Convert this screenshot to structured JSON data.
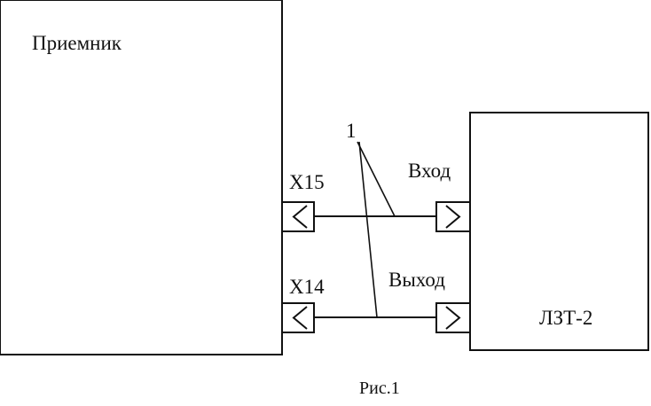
{
  "receiver": {
    "label": "Приемник"
  },
  "device": {
    "label": "ЛЗТ-2"
  },
  "connectors": {
    "x15": "X15",
    "x14": "X14",
    "input": "Вход",
    "output": "Выход"
  },
  "callout": {
    "number": "1"
  },
  "caption": "Рис.1",
  "colors": {
    "ink": "#111111",
    "background": "#ffffff"
  }
}
